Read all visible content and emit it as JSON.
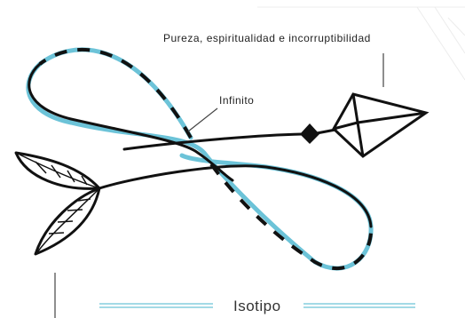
{
  "annotations": {
    "top_label": "Pureza, espiritualidad e incorruptibilidad",
    "infinity_label": "Infinito"
  },
  "title": "Isotipo",
  "colors": {
    "stroke": "#111111",
    "accent_blue": "#6cc3d8",
    "title_rule": "#6cc3d8"
  },
  "elements": [
    "infinity-loop",
    "arrow-head",
    "arrow-fletching-leaves"
  ]
}
